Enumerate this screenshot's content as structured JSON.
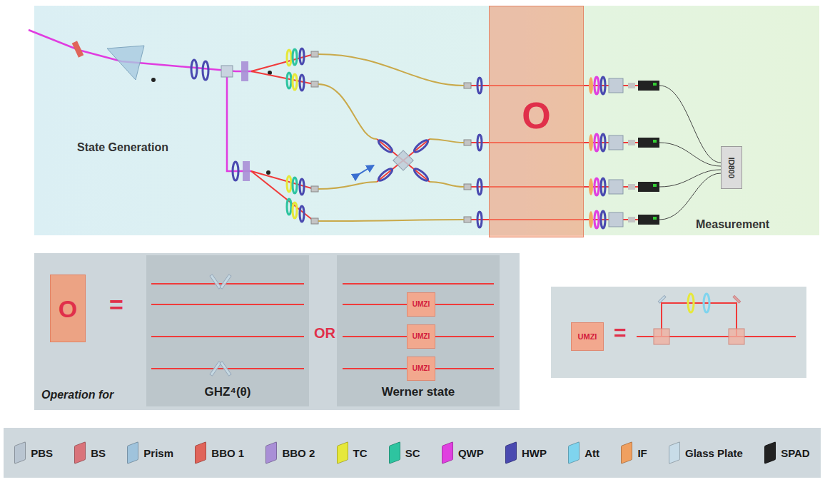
{
  "diagram": {
    "nodes": [
      {
        "text": [
          "O"
        ]
      },
      {
        "text": [
          "ID800"
        ]
      },
      {
        "text": [
          "O"
        ]
      },
      {
        "text": [
          "GHZ⁴(θ)"
        ]
      },
      {
        "text": [
          "Werner state"
        ]
      },
      {
        "text": [
          "UMZI"
        ],
        "in": 4
      },
      {
        "text": [
          "UMZI"
        ],
        "in": 4
      },
      {
        "text": [
          "UMZI"
        ],
        "in": 4
      },
      {
        "text": [
          "UMZI"
        ]
      }
    ],
    "labels": [
      "State Generation",
      "Measurement",
      "=",
      "Operation for",
      "OR",
      "="
    ],
    "legend": [
      {
        "text": "PBS",
        "color": "#b9c5d1"
      },
      {
        "text": "BS",
        "color": "#d9737a"
      },
      {
        "text": "Prism",
        "color": "#9fc3dc"
      },
      {
        "text": "BBO 1",
        "color": "#e0645a"
      },
      {
        "text": "BBO 2",
        "color": "#a98fd6"
      },
      {
        "text": "TC",
        "color": "#e6e83a"
      },
      {
        "text": "SC",
        "color": "#2ec4a0"
      },
      {
        "text": "QWP",
        "color": "#e040e0"
      },
      {
        "text": "HWP",
        "color": "#4a4ab0"
      },
      {
        "text": "Att",
        "color": "#7fd4ee"
      },
      {
        "text": "IF",
        "color": "#f0a060"
      },
      {
        "text": "Glass Plate",
        "color": "#c8dce8"
      },
      {
        "text": "SPAD",
        "color": "#222222"
      }
    ]
  }
}
